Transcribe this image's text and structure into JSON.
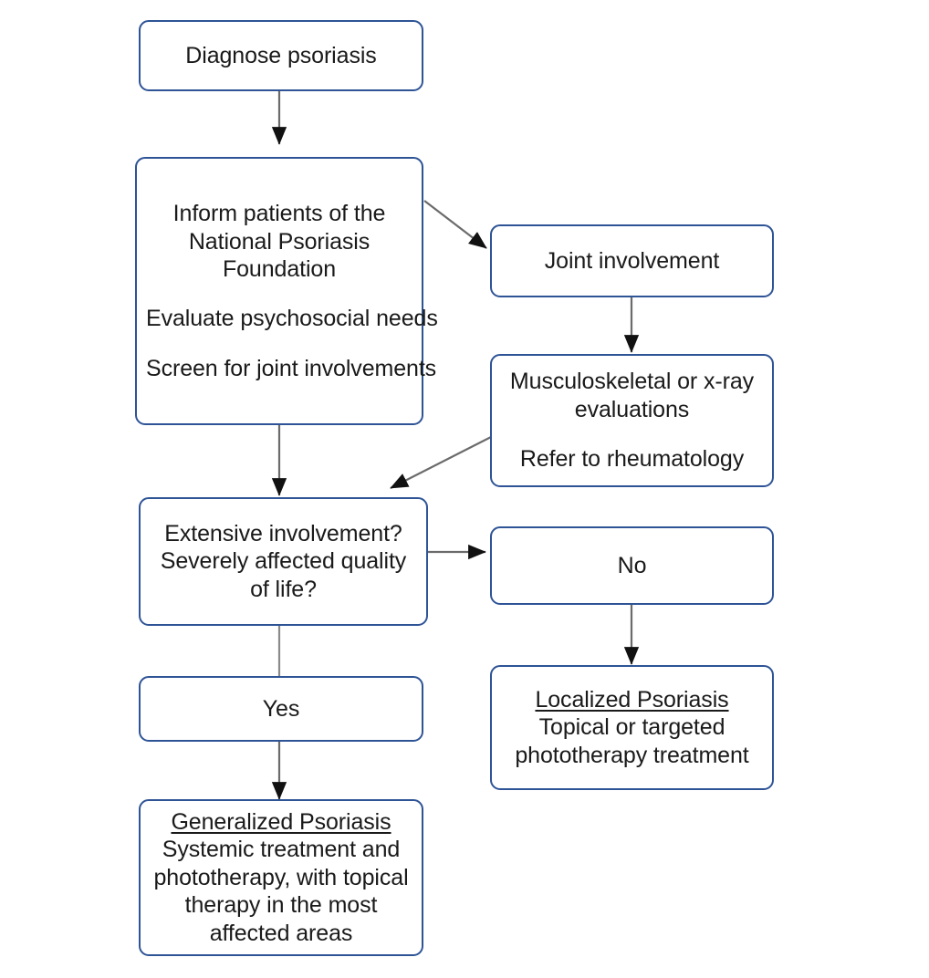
{
  "diagram": {
    "title": "Psoriasis management flowchart",
    "type": "flowchart",
    "palette": {
      "box_border": "#2E5496",
      "box_fill": "#FFFFFF",
      "text": "#1A1A1A",
      "connector": "#595959",
      "arrowhead": "#000000",
      "background": "#FFFFFF"
    },
    "nodes": [
      {
        "id": "diagnose",
        "lines": [
          "Diagnose psoriasis"
        ],
        "column": "left"
      },
      {
        "id": "inform",
        "lines": [
          "Inform patients of the",
          "National Psoriasis",
          "Foundation",
          "",
          "Evaluate psychosocial needs",
          "",
          "Screen for joint involvements"
        ],
        "column": "left"
      },
      {
        "id": "joint-involvement",
        "lines": [
          "Joint involvement"
        ],
        "column": "right"
      },
      {
        "id": "musculoskeletal",
        "lines": [
          "Musculoskeletal or x-ray",
          "evaluations",
          "",
          "Refer to rheumatology"
        ],
        "column": "right"
      },
      {
        "id": "decision",
        "lines": [
          "Extensive involvement?",
          "Severely affected quality",
          "of life?"
        ],
        "column": "left"
      },
      {
        "id": "no",
        "lines": [
          "No"
        ],
        "column": "right"
      },
      {
        "id": "yes",
        "lines": [
          "Yes"
        ],
        "column": "left"
      },
      {
        "id": "localized",
        "heading": "Localized Psoriasis",
        "lines": [
          "Topical or targeted",
          "phototherapy treatment"
        ],
        "column": "right"
      },
      {
        "id": "generalized",
        "heading": "Generalized Psoriasis",
        "lines": [
          "Systemic treatment and",
          "phototherapy, with topical",
          "therapy in the most",
          "affected areas"
        ],
        "column": "left"
      }
    ],
    "edges": [
      {
        "from": "diagnose",
        "to": "inform",
        "style": "arrow-down"
      },
      {
        "from": "inform",
        "to": "joint-involvement",
        "style": "arrow-diagonal-down-right"
      },
      {
        "from": "joint-involvement",
        "to": "musculoskeletal",
        "style": "arrow-down"
      },
      {
        "from": "inform",
        "to": "decision",
        "style": "arrow-down"
      },
      {
        "from": "musculoskeletal",
        "to": "decision",
        "style": "arrow-diagonal-down-left"
      },
      {
        "from": "decision",
        "to": "no",
        "style": "arrow-right"
      },
      {
        "from": "decision",
        "to": "yes",
        "style": "plain-line-down"
      },
      {
        "from": "no",
        "to": "localized",
        "style": "arrow-down"
      },
      {
        "from": "yes",
        "to": "generalized",
        "style": "arrow-down"
      }
    ]
  }
}
